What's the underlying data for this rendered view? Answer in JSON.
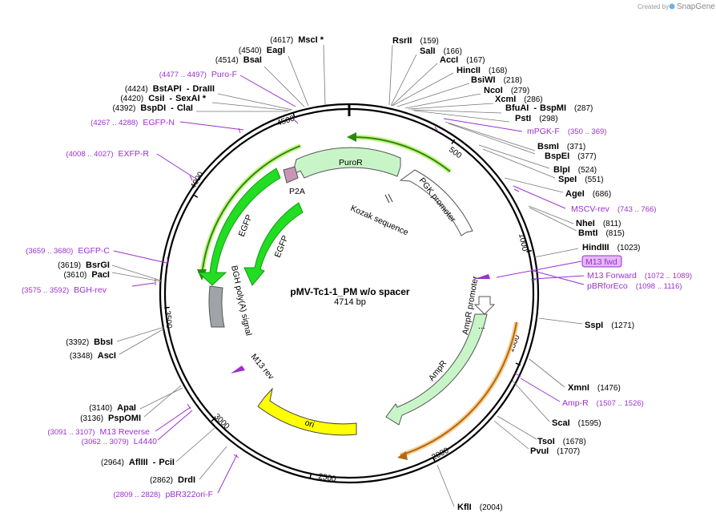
{
  "credit": {
    "created_by": "Created by",
    "brand": "SnapGene"
  },
  "plasmid": {
    "name": "pMV-Tc1-1_PM w/o spacer",
    "length": "4714 bp"
  },
  "sites": [
    {
      "name": "MscI *",
      "pos": "(4617)"
    },
    {
      "name": "EagI",
      "pos": "(4540)"
    },
    {
      "name": "BsaI",
      "pos": "(4514)"
    },
    {
      "name": "BstAPI",
      "pos": "(4424)"
    },
    {
      "name": "DraIII",
      "pos": ""
    },
    {
      "name": "CsiI",
      "pos": "(4420)"
    },
    {
      "name": "SexAI *",
      "pos": ""
    },
    {
      "name": "BspDI",
      "pos": "(4392)"
    },
    {
      "name": "ClaI",
      "pos": ""
    },
    {
      "name": "RsrII",
      "pos": "(159)"
    },
    {
      "name": "SalI",
      "pos": "(166)"
    },
    {
      "name": "AccI",
      "pos": "(167)"
    },
    {
      "name": "HincII",
      "pos": "(168)"
    },
    {
      "name": "BsiWI",
      "pos": "(218)"
    },
    {
      "name": "NcoI",
      "pos": "(279)"
    },
    {
      "name": "XcmI",
      "pos": "(286)"
    },
    {
      "name": "BfuAI",
      "pos": ""
    },
    {
      "name": "BspMI",
      "pos": "(287)"
    },
    {
      "name": "PstI",
      "pos": "(298)"
    },
    {
      "name": "BsmI",
      "pos": "(371)"
    },
    {
      "name": "BspEI",
      "pos": "(377)"
    },
    {
      "name": "BlpI",
      "pos": "(524)"
    },
    {
      "name": "SpeI",
      "pos": "(551)"
    },
    {
      "name": "AgeI",
      "pos": "(686)"
    },
    {
      "name": "NheI",
      "pos": "(811)"
    },
    {
      "name": "BmtI",
      "pos": "(815)"
    },
    {
      "name": "HindIII",
      "pos": "(1023)"
    },
    {
      "name": "SspI",
      "pos": "(1271)"
    },
    {
      "name": "XmnI",
      "pos": "(1476)"
    },
    {
      "name": "ScaI",
      "pos": "(1595)"
    },
    {
      "name": "TsoI",
      "pos": "(1678)"
    },
    {
      "name": "PvuI",
      "pos": "(1707)"
    },
    {
      "name": "KflI",
      "pos": "(2004)"
    },
    {
      "name": "DrdI",
      "pos": "(2862)"
    },
    {
      "name": "AflIII",
      "pos": "(2964)"
    },
    {
      "name": "PciI",
      "pos": ""
    },
    {
      "name": "ApaI",
      "pos": "(3140)"
    },
    {
      "name": "PspOMI",
      "pos": "(3136)"
    },
    {
      "name": "AscI",
      "pos": "(3348)"
    },
    {
      "name": "BbsI",
      "pos": "(3392)"
    },
    {
      "name": "PacI",
      "pos": "(3610)"
    },
    {
      "name": "BsrGI",
      "pos": "(3619)"
    }
  ],
  "primers": [
    {
      "name": "Puro-F",
      "range": "(4477 .. 4497)"
    },
    {
      "name": "EGFP-N",
      "range": "(4267 .. 4288)"
    },
    {
      "name": "EXFP-R",
      "range": "(4008 .. 4027)"
    },
    {
      "name": "EGFP-C",
      "range": "(3659 .. 3680)"
    },
    {
      "name": "BGH-rev",
      "range": "(3575 .. 3592)"
    },
    {
      "name": "mPGK-F",
      "range": "(350 .. 369)"
    },
    {
      "name": "MSCV-rev",
      "range": "(743 .. 766)"
    },
    {
      "name": "M13 fwd",
      "range": ""
    },
    {
      "name": "M13 Forward",
      "range": "(1072 .. 1089)"
    },
    {
      "name": "pBRforEco",
      "range": "(1098 .. 1116)"
    },
    {
      "name": "Amp-R",
      "range": "(1507 .. 1526)"
    },
    {
      "name": "M13 Reverse",
      "range": "(3091 .. 3107)"
    },
    {
      "name": "L4440",
      "range": "(3062 .. 3079)"
    },
    {
      "name": "pBR322ori-F",
      "range": "(2809 .. 2828)"
    }
  ],
  "ticks": [
    "500",
    "1000",
    "1500",
    "2000",
    "2500",
    "3000",
    "3500",
    "4000",
    "4500"
  ],
  "features": {
    "puror": "PuroR",
    "p2a": "P2A",
    "pgk": "PGK promoter",
    "kozak": "Kozak sequence",
    "egfp1": "EGFP",
    "egfp2": "EGFP",
    "bgh": "BGH poly(A) signal",
    "m13rev": "M13 rev",
    "ori": "ori",
    "ampr": "AmpR",
    "amprprom": "AmpR promoter"
  },
  "colors": {
    "primer": "#9b30d0",
    "green": "#22dd22",
    "light_green": "#c8f5c8",
    "ori_yellow": "#ffff00",
    "p2a": "#c896b4",
    "bgh": "#a0a4a8"
  }
}
